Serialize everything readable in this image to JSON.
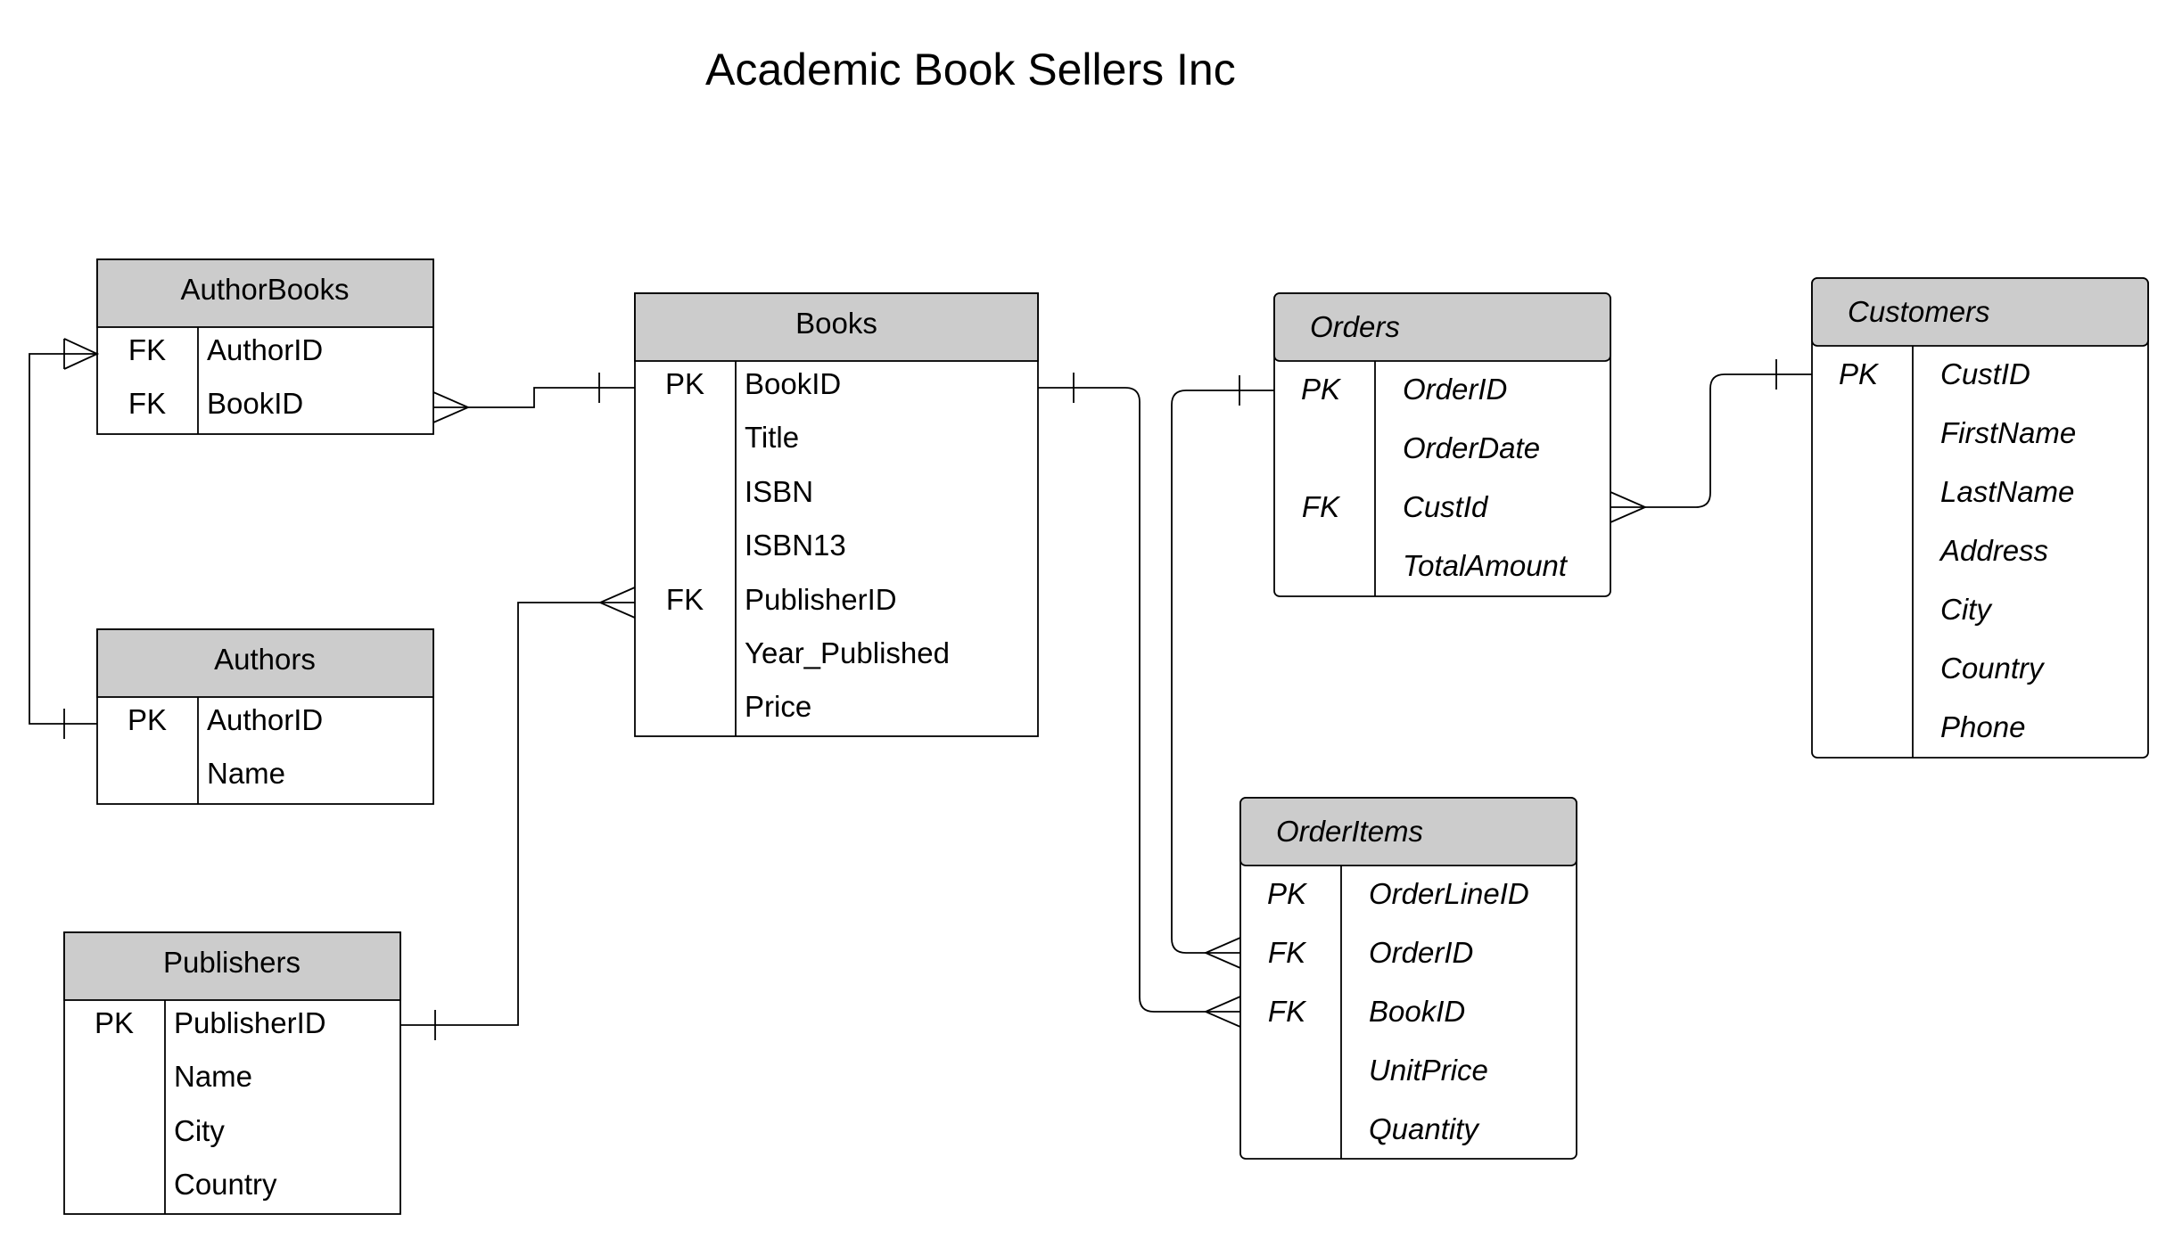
{
  "title": "Academic Book Sellers Inc",
  "entities": {
    "authorbooks": {
      "name": "AuthorBooks",
      "rows": [
        {
          "key": "FK",
          "field": "AuthorID"
        },
        {
          "key": "FK",
          "field": "BookID"
        }
      ]
    },
    "authors": {
      "name": "Authors",
      "rows": [
        {
          "key": "PK",
          "field": "AuthorID"
        },
        {
          "key": "",
          "field": "Name"
        }
      ]
    },
    "publishers": {
      "name": "Publishers",
      "rows": [
        {
          "key": "PK",
          "field": "PublisherID"
        },
        {
          "key": "",
          "field": "Name"
        },
        {
          "key": "",
          "field": "City"
        },
        {
          "key": "",
          "field": "Country"
        }
      ]
    },
    "books": {
      "name": "Books",
      "rows": [
        {
          "key": "PK",
          "field": "BookID"
        },
        {
          "key": "",
          "field": "Title"
        },
        {
          "key": "",
          "field": "ISBN"
        },
        {
          "key": "",
          "field": "ISBN13"
        },
        {
          "key": "FK",
          "field": "PublisherID"
        },
        {
          "key": "",
          "field": "Year_Published"
        },
        {
          "key": "",
          "field": "Price"
        }
      ]
    },
    "orders": {
      "name": "Orders",
      "rows": [
        {
          "key": "PK",
          "field": "OrderID"
        },
        {
          "key": "",
          "field": "OrderDate"
        },
        {
          "key": "FK",
          "field": "CustId"
        },
        {
          "key": "",
          "field": "TotalAmount"
        }
      ]
    },
    "customers": {
      "name": "Customers",
      "rows": [
        {
          "key": "PK",
          "field": "CustID"
        },
        {
          "key": "",
          "field": "FirstName"
        },
        {
          "key": "",
          "field": "LastName"
        },
        {
          "key": "",
          "field": "Address"
        },
        {
          "key": "",
          "field": "City"
        },
        {
          "key": "",
          "field": "Country"
        },
        {
          "key": "",
          "field": "Phone"
        }
      ]
    },
    "orderitems": {
      "name": "OrderItems",
      "rows": [
        {
          "key": "PK",
          "field": "OrderLineID"
        },
        {
          "key": "FK",
          "field": "OrderID"
        },
        {
          "key": "FK",
          "field": "BookID"
        },
        {
          "key": "",
          "field": "UnitPrice"
        },
        {
          "key": "",
          "field": "Quantity"
        }
      ]
    }
  },
  "relationships": [
    {
      "from": "AuthorBooks",
      "from_end": "many",
      "to": "Authors",
      "to_end": "one"
    },
    {
      "from": "AuthorBooks",
      "from_end": "many",
      "to": "Books",
      "to_end": "one"
    },
    {
      "from": "Books",
      "from_end": "many",
      "to": "Publishers",
      "to_end": "one"
    },
    {
      "from": "OrderItems",
      "from_end": "many",
      "to": "Books",
      "to_end": "one"
    },
    {
      "from": "OrderItems",
      "from_end": "many",
      "to": "Orders",
      "to_end": "one"
    },
    {
      "from": "Orders",
      "from_end": "many",
      "to": "Customers",
      "to_end": "one"
    }
  ]
}
